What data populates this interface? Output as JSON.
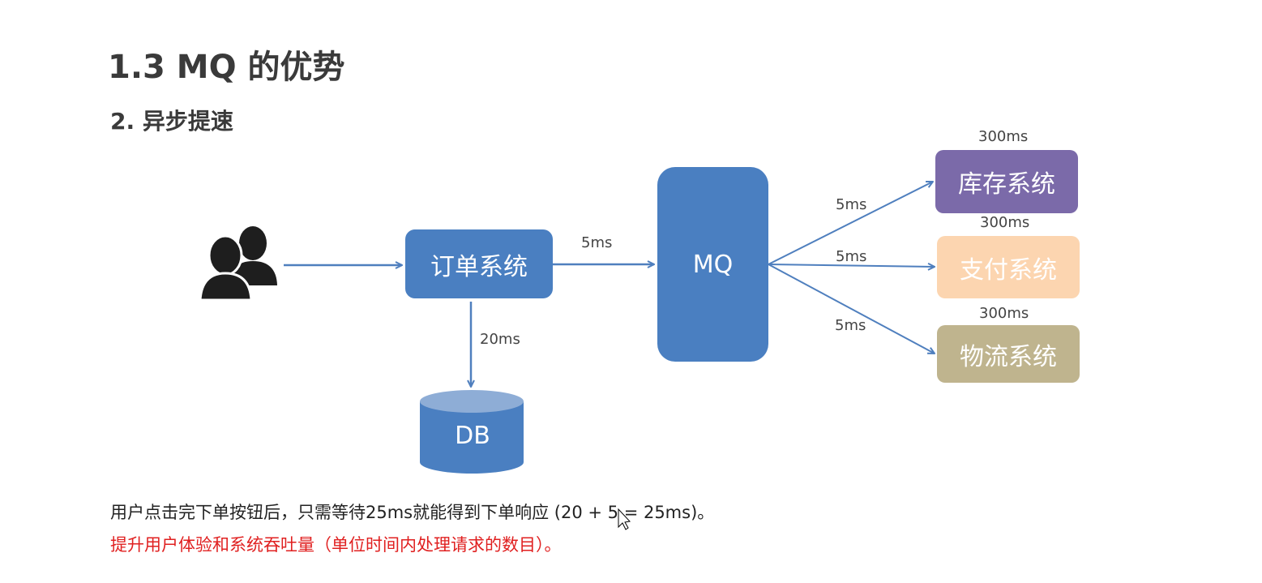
{
  "title": "1.3 MQ 的优势",
  "subtitle": "2. 异步提速",
  "colors": {
    "blue": "#4a7fc1",
    "purple": "#7b6aa9",
    "peach": "#fcd5b0",
    "khaki": "#bfb48e",
    "db_top": "#8eadd6",
    "arrow": "#4f7fbe",
    "highlight_text": "#e02020"
  },
  "nodes": {
    "user": {
      "icon": "users-icon"
    },
    "order": {
      "label": "订单系统"
    },
    "mq": {
      "label": "MQ"
    },
    "db": {
      "label": "DB"
    },
    "inventory": {
      "label": "库存系统",
      "time": "300ms"
    },
    "payment": {
      "label": "支付系统",
      "time": "300ms"
    },
    "logistics": {
      "label": "物流系统",
      "time": "300ms"
    }
  },
  "edges": {
    "order_to_mq": "5ms",
    "order_to_db": "20ms",
    "mq_to_inventory": "5ms",
    "mq_to_payment": "5ms",
    "mq_to_logistics": "5ms"
  },
  "description": "用户点击完下单按钮后，只需等待25ms就能得到下单响应 (20 + 5 = 25ms)。",
  "highlight": "提升用户体验和系统吞吐量（单位时间内处理请求的数目）。"
}
